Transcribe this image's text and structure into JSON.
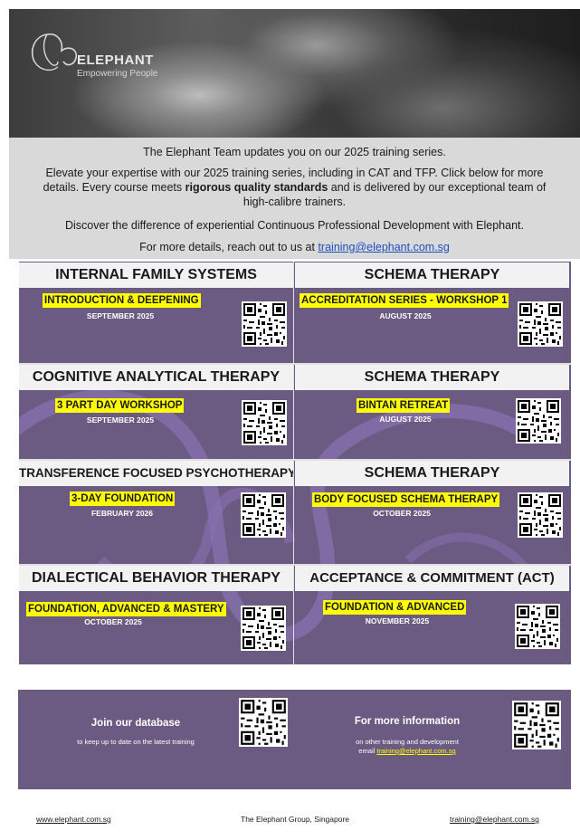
{
  "hero": {
    "logo_text": "ELEPHANT",
    "logo_tagline": "Empowering People"
  },
  "intro": {
    "line1": "The Elephant Team updates you on our 2025 training series.",
    "line2_pre": "Elevate your expertise with our 2025 training series, including in CAT and TFP. Click below for more details. Every course meets ",
    "line2_bold": "rigorous quality standards",
    "line2_post": " and is delivered by our exceptional team of high-calibre trainers.",
    "line3": "Discover the difference of experiential Continuous Professional Development with Elephant.",
    "line4_pre": "For more details, reach out to us at ",
    "email": "training@elephant.com.sg"
  },
  "courses": [
    {
      "title": "INTERNAL FAMILY SYSTEMS",
      "subtitle": "INTRODUCTION & DEEPENING",
      "date": "SEPTEMBER 2025"
    },
    {
      "title": "SCHEMA THERAPY",
      "subtitle": "ACCREDITATION SERIES - WORKSHOP 1",
      "date": "AUGUST 2025"
    },
    {
      "title": "COGNITIVE ANALYTICAL THERAPY",
      "subtitle": "3 PART DAY WORKSHOP",
      "date": "SEPTEMBER 2025"
    },
    {
      "title": "SCHEMA THERAPY",
      "subtitle": "BINTAN RETREAT",
      "date": "AUGUST 2025"
    },
    {
      "title": "TRANSFERENCE FOCUSED PSYCHOTHERAPY",
      "subtitle": "3-DAY FOUNDATION",
      "date": "FEBRUARY 2026"
    },
    {
      "title": "SCHEMA THERAPY",
      "subtitle": "BODY FOCUSED SCHEMA THERAPY",
      "date": "OCTOBER 2025"
    },
    {
      "title": "DIALECTICAL BEHAVIOR THERAPY",
      "subtitle": "FOUNDATION, ADVANCED & MASTERY",
      "date": "OCTOBER 2025"
    },
    {
      "title": "ACCEPTANCE & COMMITMENT (ACT)",
      "subtitle": "FOUNDATION & ADVANCED",
      "date": "NOVEMBER 2025"
    }
  ],
  "footer_box": {
    "left_title": "Join our database",
    "left_text": "to keep up to date on the latest training",
    "right_title": "For more information",
    "right_text": "on other training and development",
    "right_email_pre": "email ",
    "right_email": "training@elephant.com.sg"
  },
  "bottom": {
    "website": "www.elephant.com.sg",
    "company": "The Elephant Group, Singapore",
    "email": "training@elephant.com.sg"
  },
  "colors": {
    "purple": "#6b5b82",
    "highlight": "#ffff00",
    "header_bg": "#f2f2f2",
    "intro_bg": "#d9d9d9",
    "link": "#1f4fbf"
  }
}
